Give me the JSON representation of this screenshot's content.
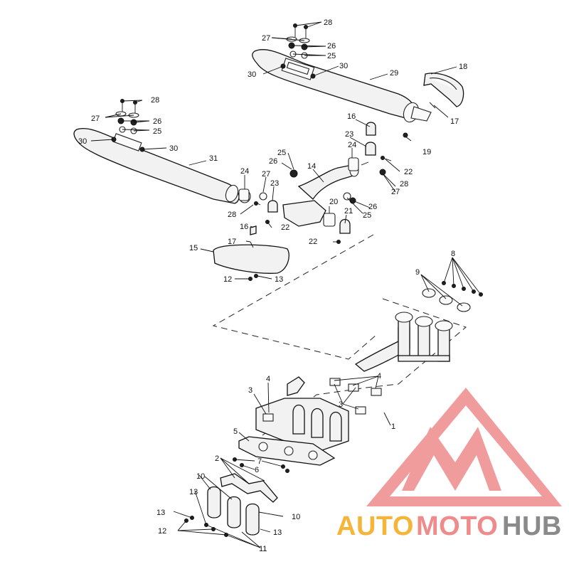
{
  "diagram": {
    "callouts": [
      "1",
      "2",
      "3",
      "4",
      "5",
      "6",
      "7",
      "8",
      "9",
      "10",
      "11",
      "12",
      "13",
      "14",
      "15",
      "16",
      "17",
      "18",
      "19",
      "20",
      "21",
      "22",
      "23",
      "24",
      "25",
      "26",
      "27",
      "28",
      "29",
      "30",
      "31"
    ]
  },
  "watermark": {
    "word_auto": "AUTO",
    "word_moto": "MOTO",
    "word_hub": "HUB",
    "color_auto": "#f5b53a",
    "color_moto": "#ee8b8b",
    "color_hub": "#8a8a8a",
    "logo_color": "#ee8b8b"
  }
}
